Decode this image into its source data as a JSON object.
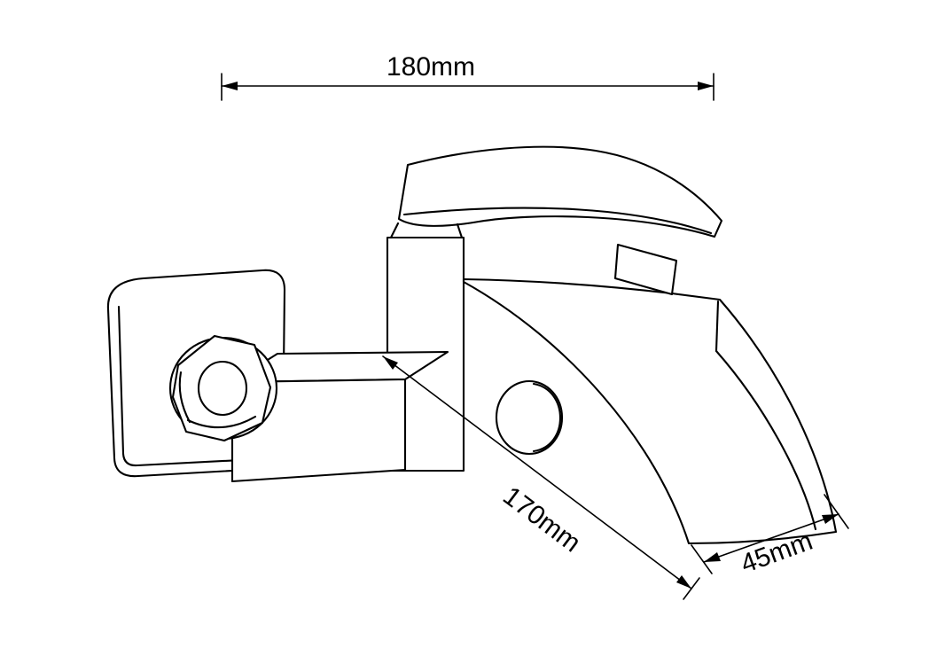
{
  "drawing": {
    "labels": {
      "overall_width": "180mm",
      "diagonal_length": "170mm",
      "spout_width": "45mm"
    },
    "colors": {
      "line": "#000000",
      "background": "#ffffff",
      "text": "#000000"
    }
  }
}
